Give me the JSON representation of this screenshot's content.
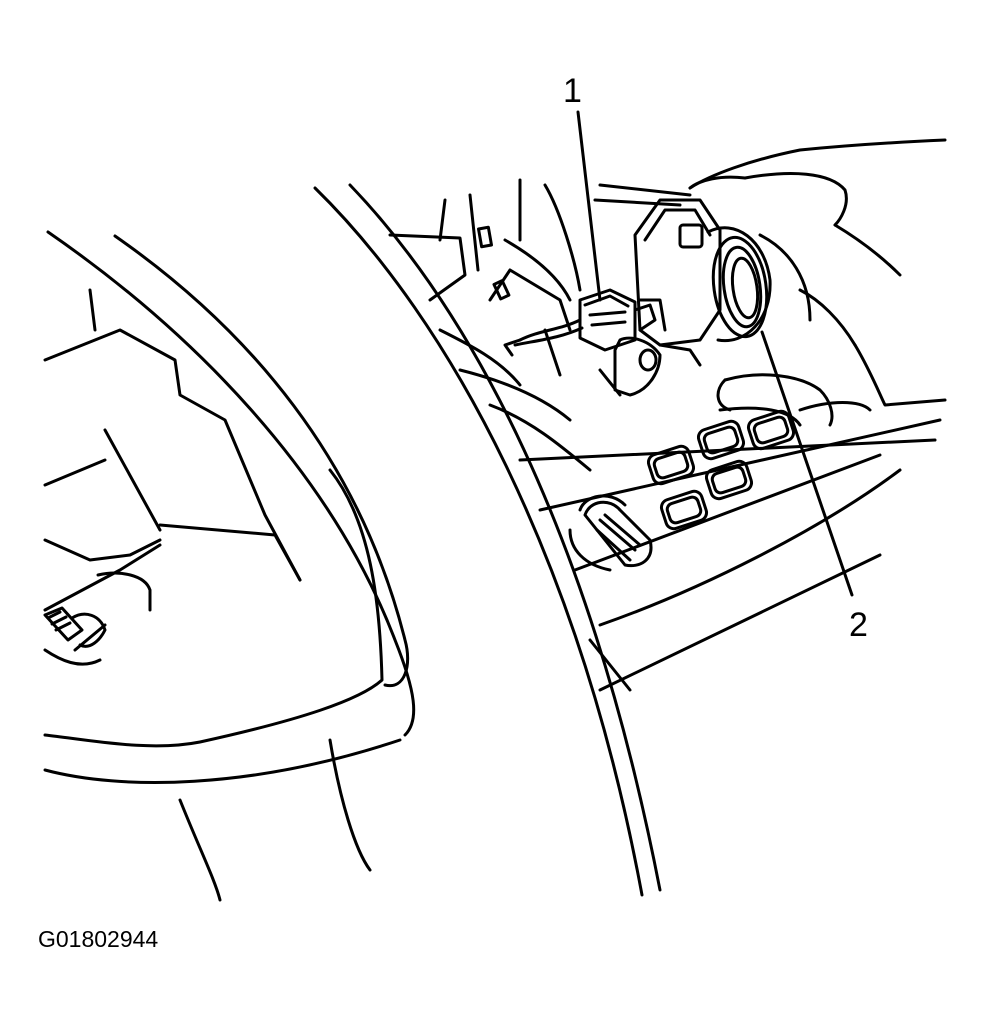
{
  "diagram": {
    "callouts": [
      {
        "label": "1"
      },
      {
        "label": "2"
      }
    ],
    "figure_id": "G01802944"
  }
}
